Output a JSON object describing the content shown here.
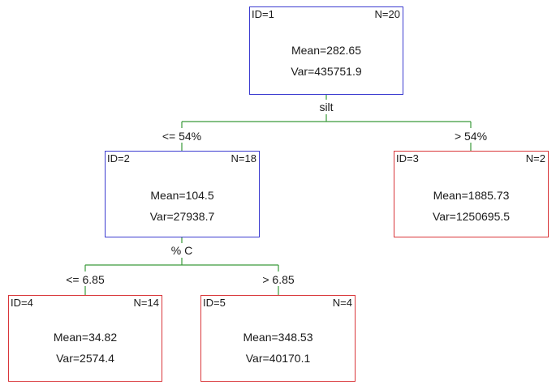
{
  "nodes": [
    {
      "id": "ID=1",
      "n": "N=20",
      "mean": "Mean=282.65",
      "var": "Var=435751.9"
    },
    {
      "id": "ID=2",
      "n": "N=18",
      "mean": "Mean=104.5",
      "var": "Var=27938.7"
    },
    {
      "id": "ID=3",
      "n": "N=2",
      "mean": "Mean=1885.73",
      "var": "Var=1250695.5"
    },
    {
      "id": "ID=4",
      "n": "N=14",
      "mean": "Mean=34.82",
      "var": "Var=2574.4"
    },
    {
      "id": "ID=5",
      "n": "N=4",
      "mean": "Mean=348.53",
      "var": "Var=40170.1"
    }
  ],
  "splits": [
    {
      "variable": "silt",
      "left": "<= 54%",
      "right": "> 54%"
    },
    {
      "variable": "% C",
      "left": "<= 6.85",
      "right": "> 6.85"
    }
  ],
  "colors": {
    "split_node": "#3b3bd0",
    "leaf_node": "#d9363a",
    "edge": "#3a9a3a"
  }
}
